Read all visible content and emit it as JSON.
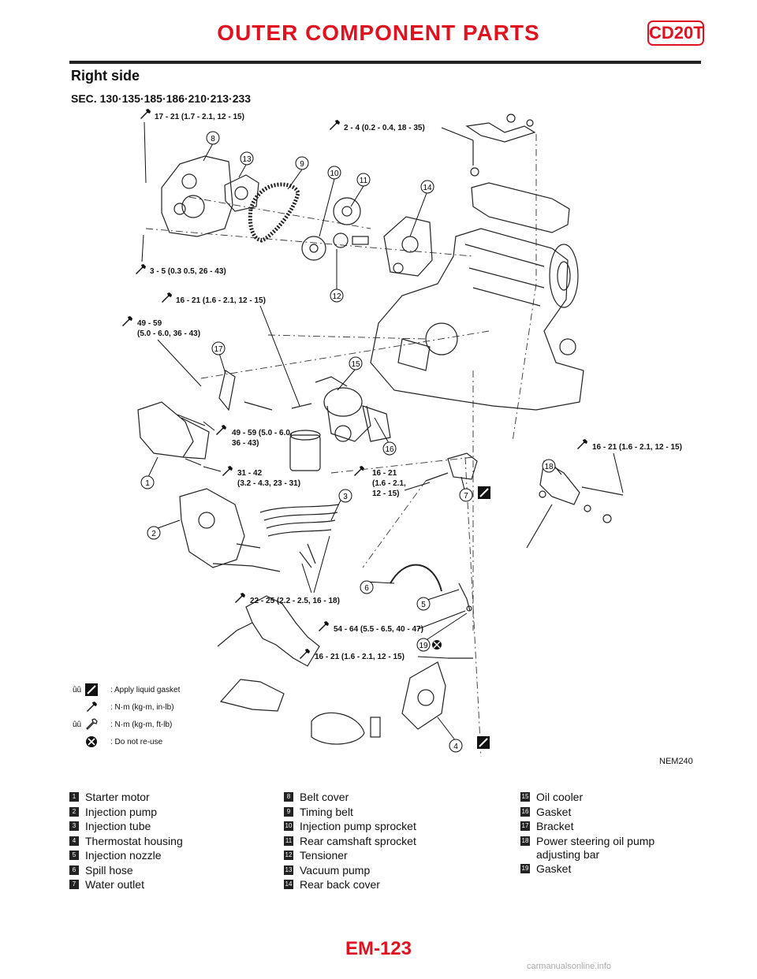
{
  "header": {
    "title": "OUTER COMPONENT PARTS",
    "badge": "CD20T"
  },
  "section_heading": "Right side",
  "sec_line": "SEC. 130·135·185·186·210·213·233",
  "callouts": [
    "1",
    "2",
    "3",
    "4",
    "5",
    "6",
    "7",
    "8",
    "9",
    "10",
    "11",
    "12",
    "13",
    "14",
    "15",
    "16",
    "17",
    "18",
    "19"
  ],
  "torques": {
    "t17_21_a": "17 - 21 (1.7 - 2.1, 12 - 15)",
    "t2_4": "2 - 4 (0.2 - 0.4, 18 - 35)",
    "t3_5": "3 - 5 (0.3 0.5, 26 - 43)",
    "t16_21_a": "16 - 21 (1.6 - 2.1, 12 - 15)",
    "t49_59_a1": "49 - 59",
    "t49_59_a2": "(5.0 - 6.0, 36 - 43)",
    "t49_59_b1": "49 - 59 (5.0 - 6.0,",
    "t49_59_b2": "36 - 43)",
    "t31_42_1": "31 - 42",
    "t31_42_2": "(3.2 - 4.3, 23 - 31)",
    "t16_21_b1": "16 - 21",
    "t16_21_b2": "(1.6 - 2.1,",
    "t16_21_b3": "12 - 15)",
    "t16_21_c": "16 - 21 (1.6 - 2.1, 12 - 15)",
    "t22_25": "22 - 25 (2.2 - 2.5, 16 - 18)",
    "t54_64": "54 - 64 (5.5 - 6.5, 40 - 47)",
    "t16_21_d": "16 - 21 (1.6 - 2.1, 12 - 15)"
  },
  "legend": {
    "gasket": ": Apply liquid gasket",
    "nm_in": ": N·m (kg-m, in-lb)",
    "nm_ft": ": N·m (kg-m, ft-lb)",
    "noreuse": ": Do not re-use",
    "prefix": "ûû"
  },
  "figure_code": "NEM240",
  "parts": [
    {
      "n": "1",
      "name": "Starter motor"
    },
    {
      "n": "2",
      "name": "Injection pump"
    },
    {
      "n": "3",
      "name": "Injection tube"
    },
    {
      "n": "4",
      "name": "Thermostat housing"
    },
    {
      "n": "5",
      "name": "Injection nozzle"
    },
    {
      "n": "6",
      "name": "Spill hose"
    },
    {
      "n": "7",
      "name": "Water outlet"
    },
    {
      "n": "8",
      "name": "Belt cover"
    },
    {
      "n": "9",
      "name": "Timing belt"
    },
    {
      "n": "10",
      "name": "Injection pump sprocket"
    },
    {
      "n": "11",
      "name": "Rear camshaft sprocket"
    },
    {
      "n": "12",
      "name": "Tensioner"
    },
    {
      "n": "13",
      "name": "Vacuum pump"
    },
    {
      "n": "14",
      "name": "Rear back cover"
    },
    {
      "n": "15",
      "name": "Oil cooler"
    },
    {
      "n": "16",
      "name": "Gasket"
    },
    {
      "n": "17",
      "name": "Bracket"
    },
    {
      "n": "18",
      "name": "Power steering oil pump adjusting bar"
    },
    {
      "n": "19",
      "name": "Gasket"
    }
  ],
  "page_number": "EM-123",
  "watermark": "carmanualsonline.info"
}
